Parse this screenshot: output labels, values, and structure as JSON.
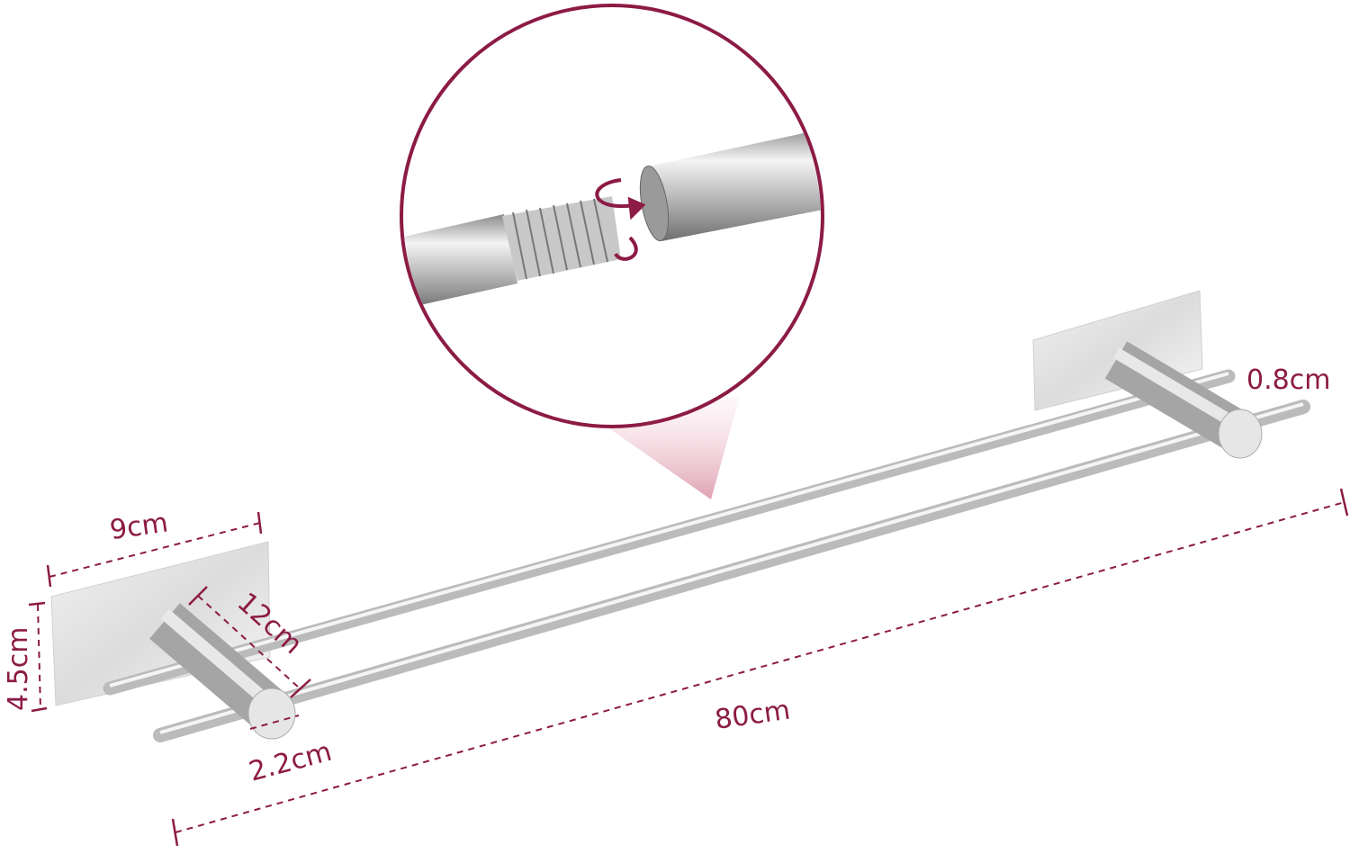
{
  "accent_color": "#8c1b45",
  "dimensions": {
    "plate_width": "9cm",
    "plate_height": "4.5cm",
    "arm_length": "12cm",
    "arm_diameter": "2.2cm",
    "total_length": "80cm",
    "rod_diameter": "0.8cm"
  },
  "detail_inset": {
    "icon": "rotate-arrows-icon",
    "subject": "threaded-rod-connector"
  }
}
